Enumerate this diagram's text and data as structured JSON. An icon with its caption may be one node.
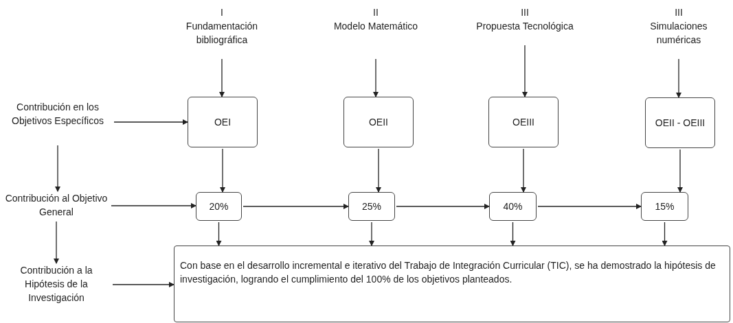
{
  "diagram": {
    "nodes": [
      {
        "text": [
          "I",
          "Fundamentación bibliográfica"
        ]
      },
      {
        "text": [
          "II",
          "Modelo Matemático"
        ]
      },
      {
        "text": [
          "III",
          "Propuesta Tecnológica"
        ]
      },
      {
        "text": [
          "III",
          "Simulaciones numéricas"
        ]
      },
      {
        "text": [
          "Contribución en los Objetivos Específicos"
        ]
      },
      {
        "text": [
          "OEI"
        ]
      },
      {
        "text": [
          "OEII"
        ]
      },
      {
        "text": [
          "OEIII"
        ]
      },
      {
        "text": [
          "OEII - OEIII"
        ]
      },
      {
        "text": [
          "Contribución al Objetivo General"
        ]
      },
      {
        "text": [
          "20%"
        ]
      },
      {
        "text": [
          "25%"
        ]
      },
      {
        "text": [
          "40%"
        ]
      },
      {
        "text": [
          "15%"
        ]
      },
      {
        "text": [
          "Contribución a la Hipótesis de la Investigación"
        ]
      },
      {
        "text": [
          "Con base en el desarrollo incremental e iterativo del Trabajo de Integración Curricular (TIC), se ha demostrado la hipótesis de investigación, logrando el cumplimiento del 100% de los objetivos planteados."
        ]
      }
    ],
    "edges": [
      {
        "from": 0,
        "to": 5,
        "arrow": "to"
      },
      {
        "from": 1,
        "to": 6,
        "arrow": "to"
      },
      {
        "from": 2,
        "to": 7,
        "arrow": "to"
      },
      {
        "from": 3,
        "to": 8,
        "arrow": "to"
      },
      {
        "from": 4,
        "to": 5,
        "arrow": "to"
      },
      {
        "from": 4,
        "to": 9,
        "arrow": "to"
      },
      {
        "from": 5,
        "to": 10,
        "arrow": "to"
      },
      {
        "from": 6,
        "to": 11,
        "arrow": "to"
      },
      {
        "from": 7,
        "to": 12,
        "arrow": "to"
      },
      {
        "from": 8,
        "to": 13,
        "arrow": "to"
      },
      {
        "from": 9,
        "to": 10,
        "arrow": "to"
      },
      {
        "from": 10,
        "to": 11,
        "arrow": "to"
      },
      {
        "from": 11,
        "to": 12,
        "arrow": "to"
      },
      {
        "from": 12,
        "to": 13,
        "arrow": "to"
      },
      {
        "from": 9,
        "to": 14,
        "arrow": "to"
      },
      {
        "from": 10,
        "to": 15,
        "arrow": "to"
      },
      {
        "from": 11,
        "to": 15,
        "arrow": "to"
      },
      {
        "from": 12,
        "to": 15,
        "arrow": "to"
      },
      {
        "from": 13,
        "to": 15,
        "arrow": "to"
      },
      {
        "from": 14,
        "to": 15,
        "arrow": "to"
      }
    ]
  }
}
